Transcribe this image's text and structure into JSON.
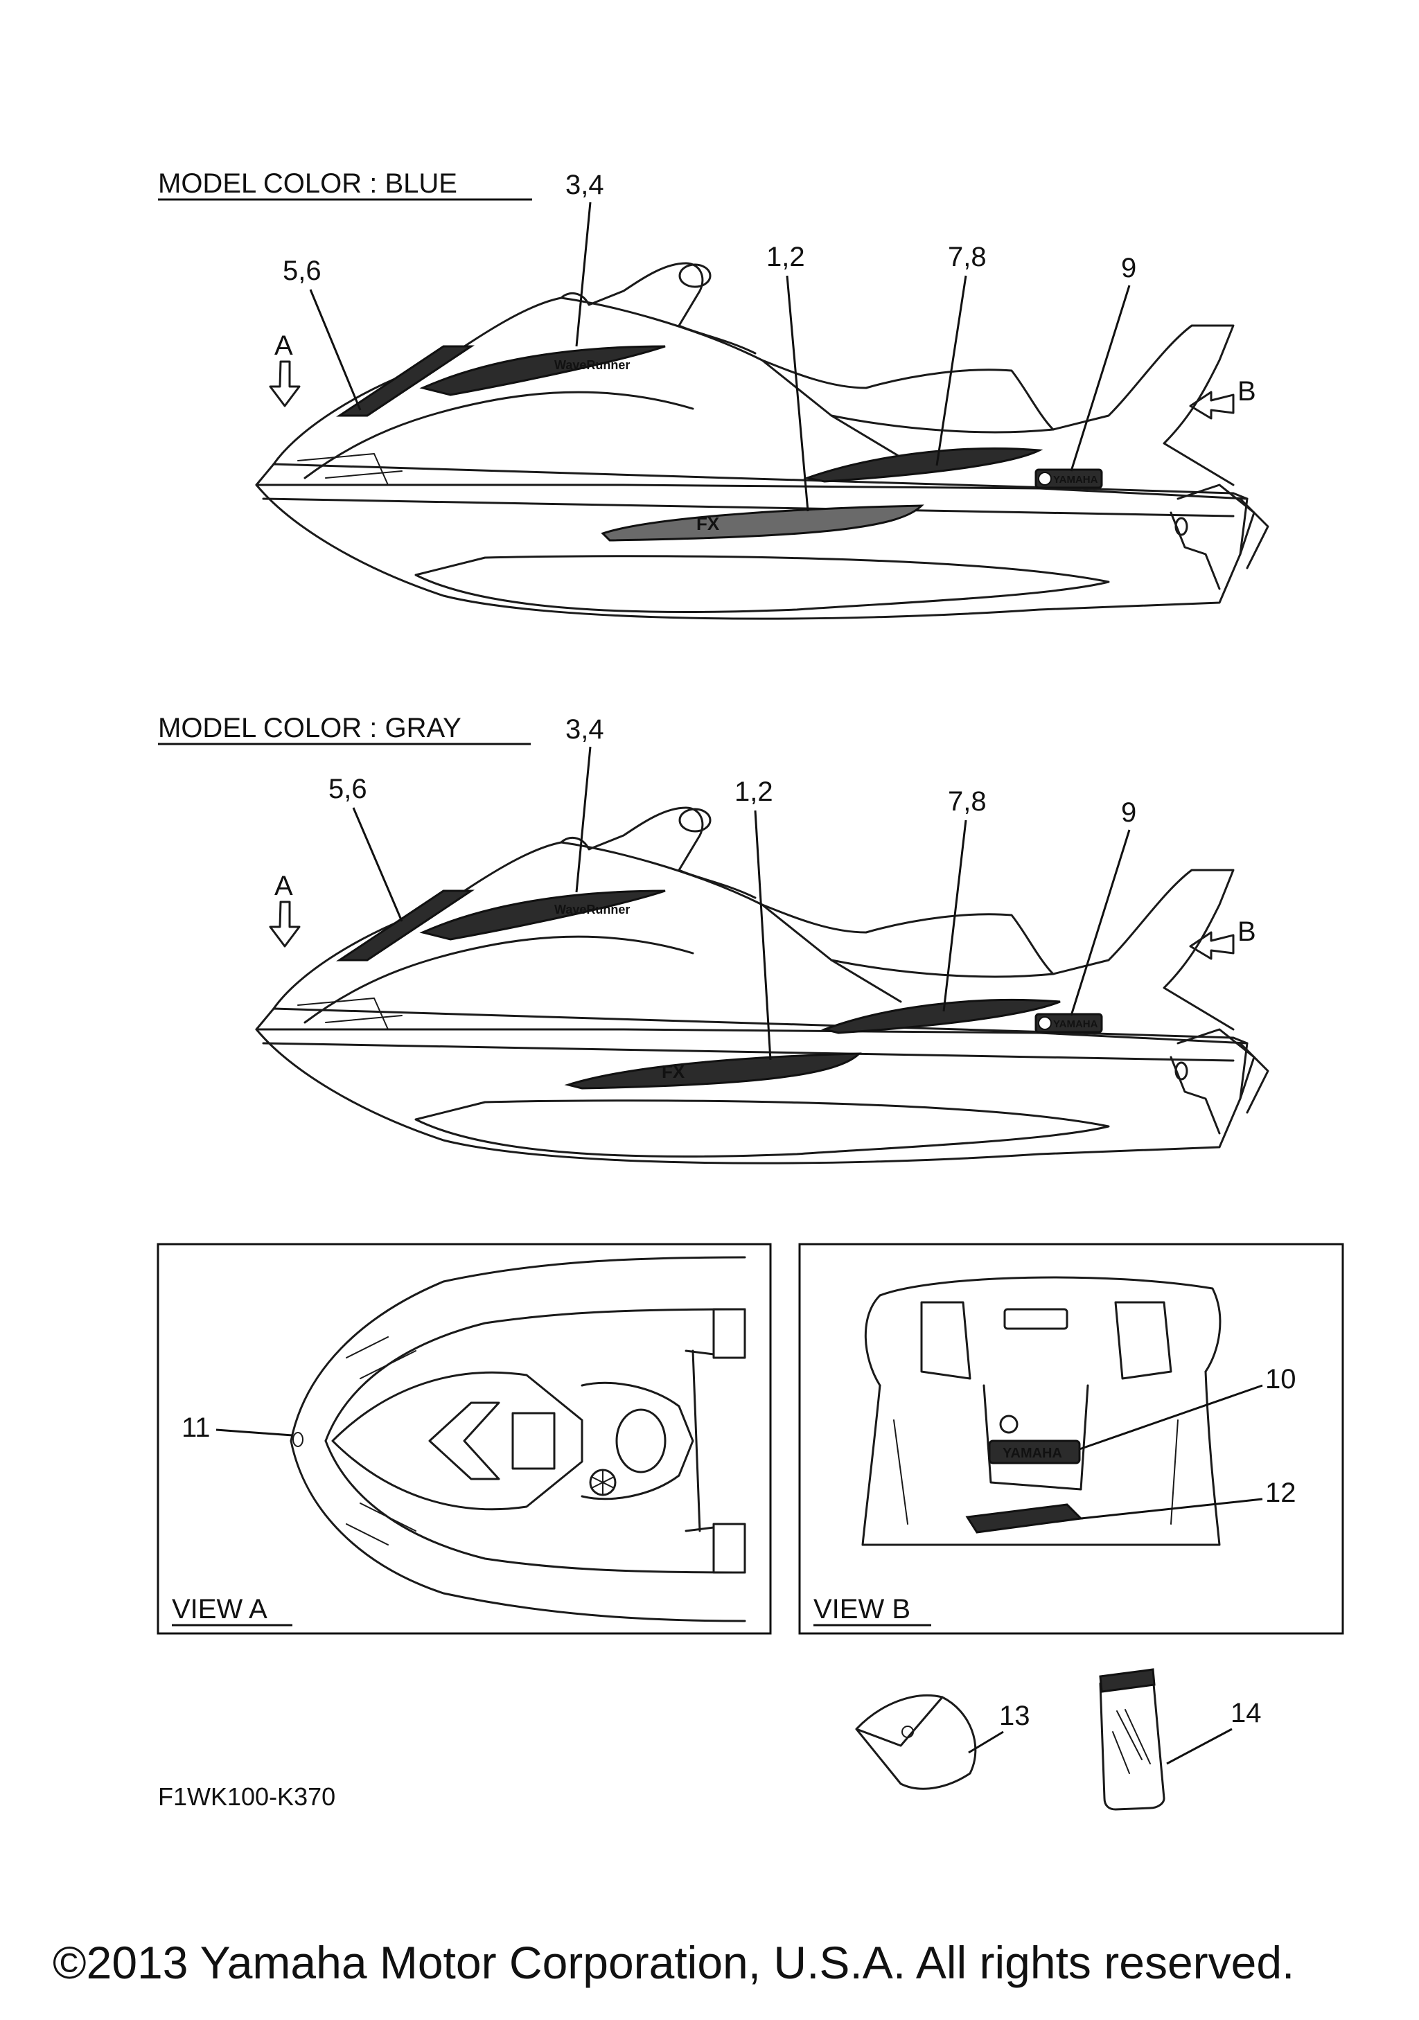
{
  "sections": {
    "blue": {
      "header": "MODEL COLOR : BLUE"
    },
    "gray": {
      "header": "MODEL COLOR : GRAY"
    }
  },
  "callouts": {
    "c12": "1,2",
    "c34": "3,4",
    "c56": "5,6",
    "c78": "7,8",
    "c9": "9",
    "c10": "10",
    "c11": "11",
    "c12b": "12",
    "c13": "13",
    "c14": "14"
  },
  "view_arrows": {
    "a": "A",
    "b": "B"
  },
  "views": {
    "a": {
      "label": "VIEW A"
    },
    "b": {
      "label": "VIEW B"
    }
  },
  "decals": {
    "fx": "FX",
    "brand": "YAMAHA",
    "waverunner": "WaveRunner"
  },
  "part_number": "F1WK100-K370",
  "copyright": "©2013 Yamaha Motor Corporation, U.S.A. All rights reserved.",
  "colors": {
    "line": "#1a1a1a",
    "decal_dark": "#2b2b2b",
    "background": "#ffffff"
  }
}
